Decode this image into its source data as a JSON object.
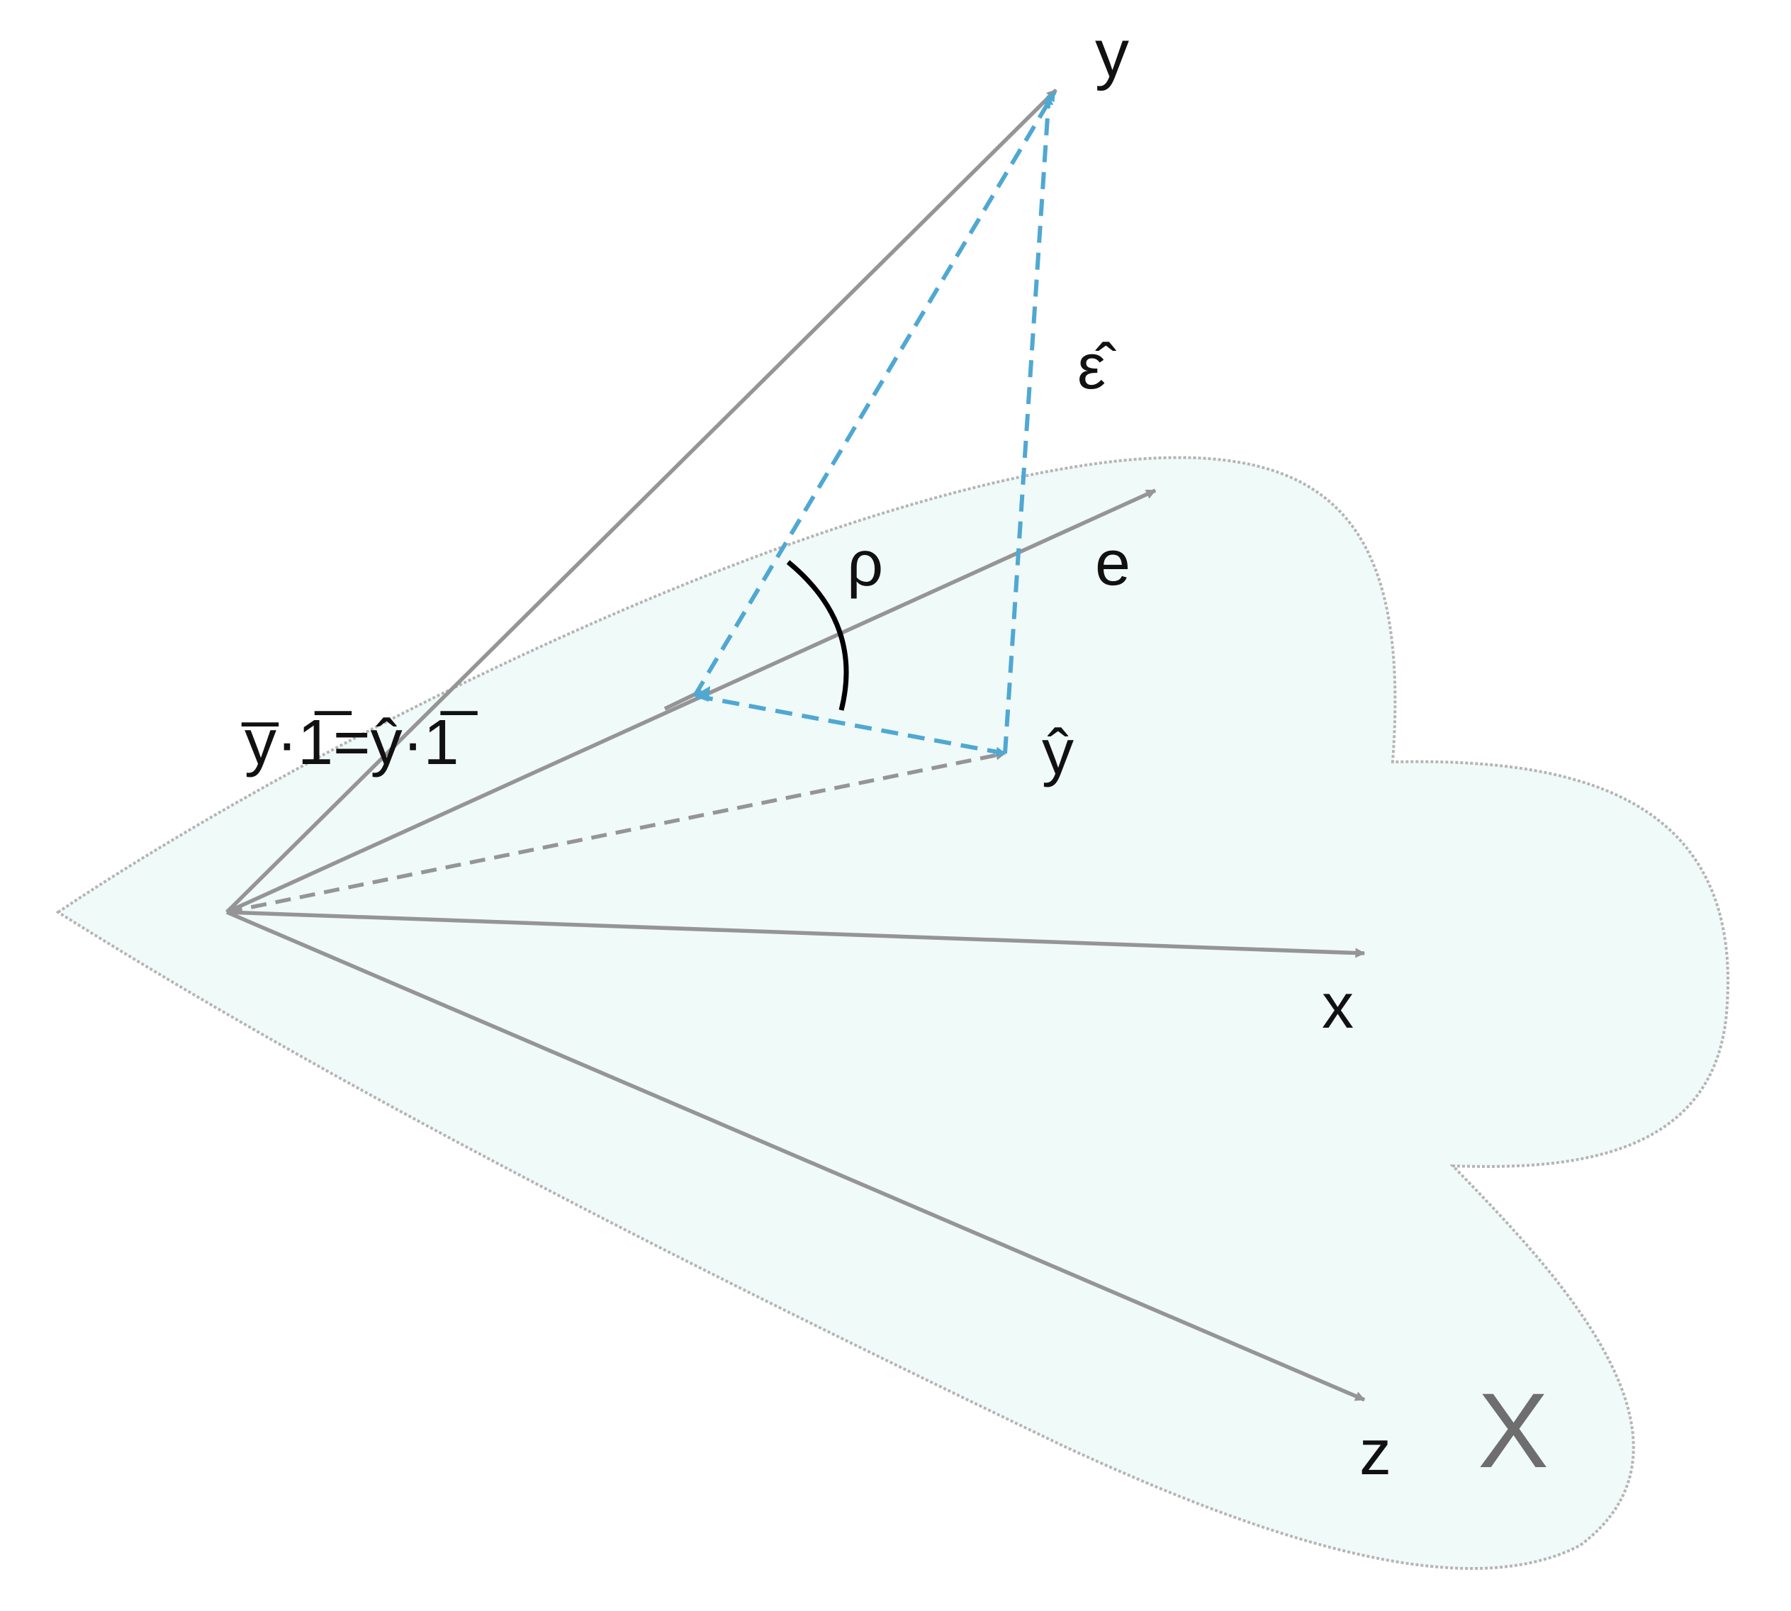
{
  "diagram": {
    "labels": {
      "y": "y",
      "epsilon_hat": "ε̂",
      "e": "e",
      "rho": "ρ",
      "mean_equation": "y̅·1̅=ŷ·1̅",
      "y_hat": "ŷ",
      "x": "x",
      "z": "z",
      "space": "X"
    },
    "colors": {
      "plane_fill": "#f0faf8",
      "plane_border": "#b5b5b5",
      "vector": "#959595",
      "residual_dash": "#4fa8d2",
      "angle_arc": "#000000",
      "text": "#111111",
      "space_label": "#6e6e6e"
    }
  }
}
